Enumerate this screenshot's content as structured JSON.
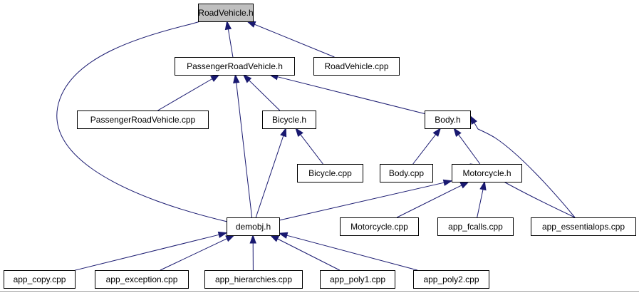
{
  "diagram": {
    "nodes": [
      {
        "id": "roadvehicle_h",
        "label": "RoadVehicle.h",
        "current": true
      },
      {
        "id": "passengerroadvehicle_h",
        "label": "PassengerRoadVehicle.h"
      },
      {
        "id": "roadvehicle_cpp",
        "label": "RoadVehicle.cpp"
      },
      {
        "id": "passengerroadvehicle_cpp",
        "label": "PassengerRoadVehicle.cpp"
      },
      {
        "id": "bicycle_h",
        "label": "Bicycle.h"
      },
      {
        "id": "body_h",
        "label": "Body.h"
      },
      {
        "id": "bicycle_cpp",
        "label": "Bicycle.cpp"
      },
      {
        "id": "body_cpp",
        "label": "Body.cpp"
      },
      {
        "id": "motorcycle_h",
        "label": "Motorcycle.h"
      },
      {
        "id": "demobj_h",
        "label": "demobj.h"
      },
      {
        "id": "motorcycle_cpp",
        "label": "Motorcycle.cpp"
      },
      {
        "id": "app_fcalls_cpp",
        "label": "app_fcalls.cpp"
      },
      {
        "id": "app_essentialops_cpp",
        "label": "app_essentialops.cpp"
      },
      {
        "id": "app_copy_cpp",
        "label": "app_copy.cpp"
      },
      {
        "id": "app_exception_cpp",
        "label": "app_exception.cpp"
      },
      {
        "id": "app_hierarchies_cpp",
        "label": "app_hierarchies.cpp"
      },
      {
        "id": "app_poly1_cpp",
        "label": "app_poly1.cpp"
      },
      {
        "id": "app_poly2_cpp",
        "label": "app_poly2.cpp"
      }
    ],
    "edges": [
      {
        "from": "passengerroadvehicle_h",
        "to": "roadvehicle_h"
      },
      {
        "from": "roadvehicle_cpp",
        "to": "roadvehicle_h"
      },
      {
        "from": "demobj_h",
        "to": "roadvehicle_h"
      },
      {
        "from": "passengerroadvehicle_cpp",
        "to": "passengerroadvehicle_h"
      },
      {
        "from": "bicycle_h",
        "to": "passengerroadvehicle_h"
      },
      {
        "from": "body_h",
        "to": "passengerroadvehicle_h"
      },
      {
        "from": "demobj_h",
        "to": "passengerroadvehicle_h"
      },
      {
        "from": "bicycle_cpp",
        "to": "bicycle_h"
      },
      {
        "from": "demobj_h",
        "to": "bicycle_h"
      },
      {
        "from": "body_cpp",
        "to": "body_h"
      },
      {
        "from": "motorcycle_h",
        "to": "body_h"
      },
      {
        "from": "app_essentialops_cpp",
        "to": "body_h"
      },
      {
        "from": "demobj_h",
        "to": "motorcycle_h"
      },
      {
        "from": "motorcycle_cpp",
        "to": "motorcycle_h"
      },
      {
        "from": "app_fcalls_cpp",
        "to": "motorcycle_h"
      },
      {
        "from": "app_essentialops_cpp",
        "to": "motorcycle_h"
      },
      {
        "from": "app_copy_cpp",
        "to": "demobj_h"
      },
      {
        "from": "app_exception_cpp",
        "to": "demobj_h"
      },
      {
        "from": "app_hierarchies_cpp",
        "to": "demobj_h"
      },
      {
        "from": "app_poly1_cpp",
        "to": "demobj_h"
      },
      {
        "from": "app_poly2_cpp",
        "to": "demobj_h"
      }
    ],
    "colors": {
      "edge": "#191970",
      "node_border": "#000000",
      "node_fill": "#ffffff",
      "current_node_fill": "#bfbfbf"
    }
  }
}
